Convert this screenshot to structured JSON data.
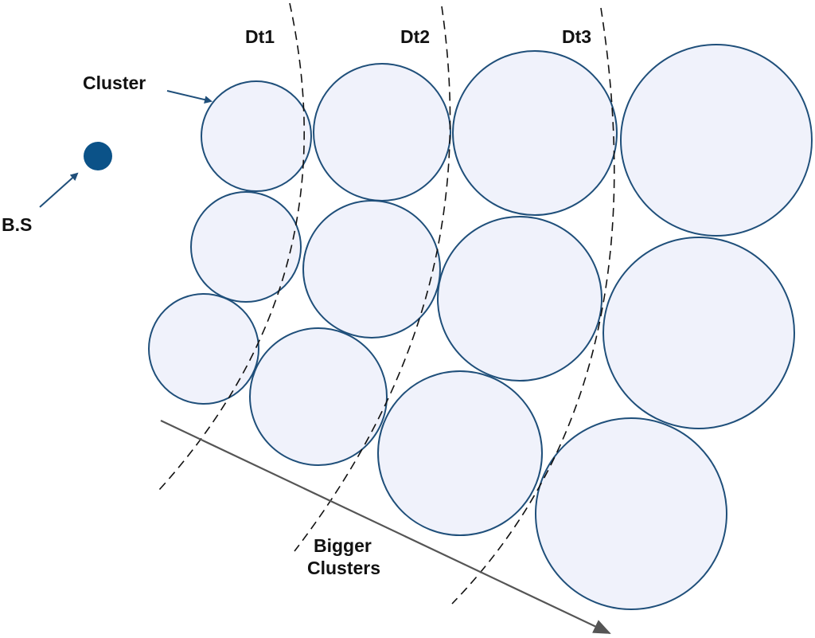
{
  "labels": {
    "dt1": "Dt1",
    "dt2": "Dt2",
    "dt3": "Dt3",
    "cluster": "Cluster",
    "base_station": "B.S",
    "bigger_line1": "Bigger",
    "bigger_line2": "Clusters"
  },
  "colors": {
    "cluster_fill": "#f0f2fb",
    "cluster_stroke": "#1f4f7a",
    "base_station": "#0b5288",
    "pointer_arrow": "#1f4f7a",
    "trend_arrow": "#555555",
    "boundary": "#111111"
  },
  "icons": {
    "base_station": "filled-circle",
    "pointer": "arrow",
    "trend": "arrow"
  }
}
